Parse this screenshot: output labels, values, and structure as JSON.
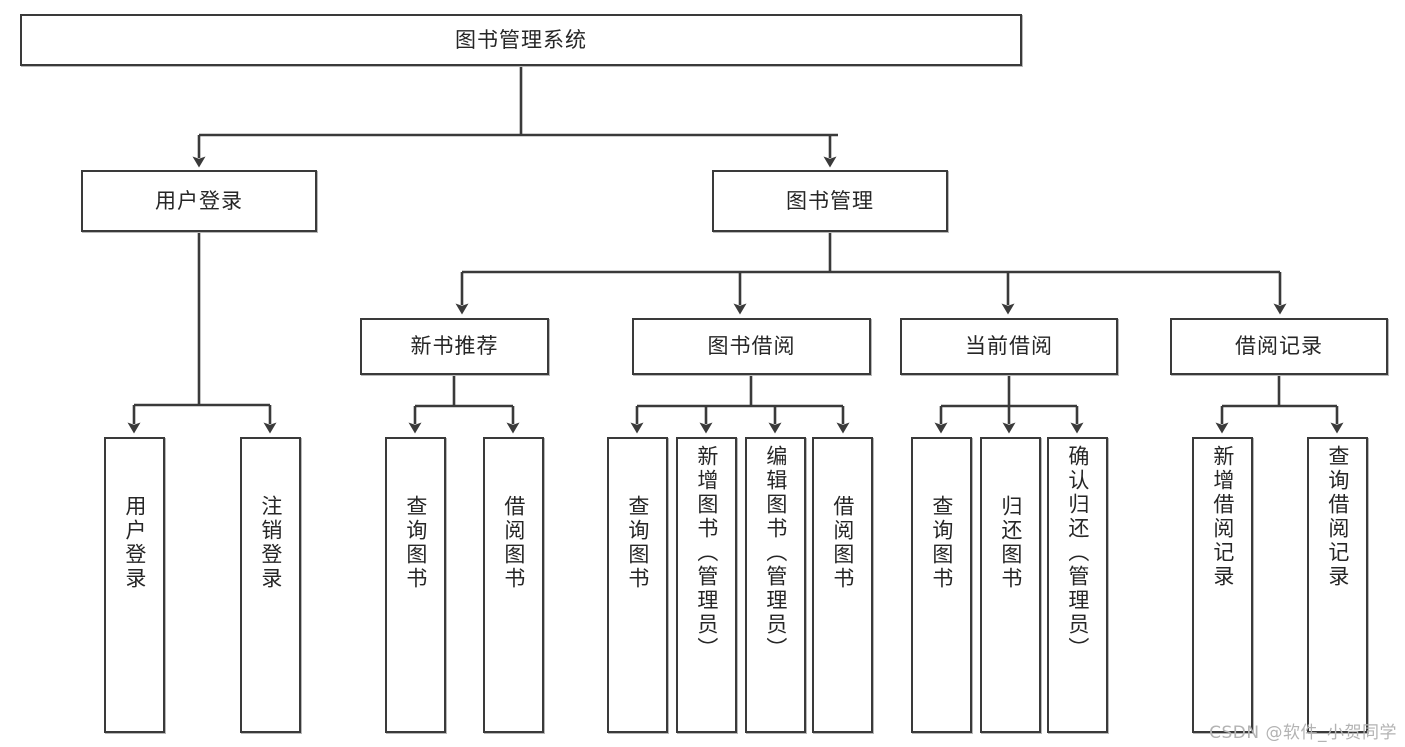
{
  "diagram": {
    "type": "tree-hierarchy",
    "title": "图书管理系统",
    "watermark": "CSDN @软件_小贺同学",
    "colors": {
      "box_border": "#3a3a3a",
      "box_fill": "#ffffff",
      "connector": "#3a3a3a",
      "text": "#262626",
      "watermark": "#b3b3b3"
    },
    "levels": {
      "root": {
        "label": "图书管理系统"
      },
      "level2": [
        {
          "label": "用户登录"
        },
        {
          "label": "图书管理"
        }
      ],
      "level3": [
        {
          "label": "新书推荐"
        },
        {
          "label": "图书借阅"
        },
        {
          "label": "当前借阅"
        },
        {
          "label": "借阅记录"
        }
      ],
      "leaves": [
        {
          "label": "用户登录",
          "parent": "用户登录"
        },
        {
          "label": "注销登录",
          "parent": "用户登录"
        },
        {
          "label": "查询图书",
          "parent": "新书推荐"
        },
        {
          "label": "借阅图书",
          "parent": "新书推荐"
        },
        {
          "label": "查询图书",
          "parent": "图书借阅"
        },
        {
          "label": "新增图书（管理员）",
          "parent": "图书借阅"
        },
        {
          "label": "编辑图书（管理员）",
          "parent": "图书借阅"
        },
        {
          "label": "借阅图书",
          "parent": "图书借阅"
        },
        {
          "label": "查询图书",
          "parent": "当前借阅"
        },
        {
          "label": "归还图书",
          "parent": "当前借阅"
        },
        {
          "label": "确认归还（管理员）",
          "parent": "当前借阅"
        },
        {
          "label": "新增借阅记录",
          "parent": "借阅记录"
        },
        {
          "label": "查询借阅记录",
          "parent": "借阅记录"
        }
      ]
    }
  }
}
